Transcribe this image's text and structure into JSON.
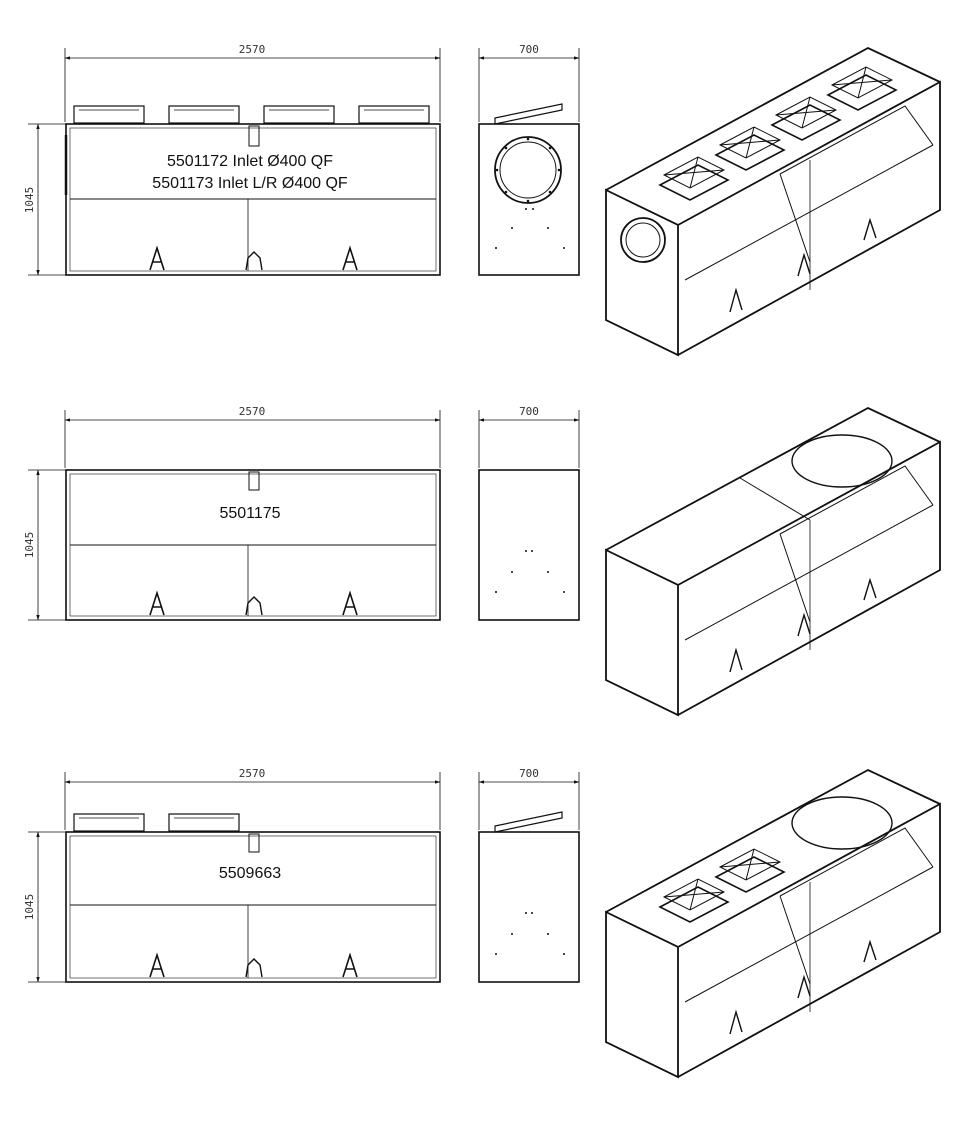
{
  "colors": {
    "line": "#111111",
    "background": "#ffffff"
  },
  "views": [
    {
      "id": "a",
      "width_dim": "2570",
      "depth_dim": "700",
      "height_dim": "1045",
      "label_lines": [
        "5501172 Inlet Ø400 QF",
        "5501173 Inlet L/R Ø400 QF"
      ],
      "top_flanges": 4,
      "side_inlet": true
    },
    {
      "id": "b",
      "width_dim": "2570",
      "depth_dim": "700",
      "height_dim": "1045",
      "label_lines": [
        "5501175"
      ],
      "top_flanges": 0,
      "side_inlet": false
    },
    {
      "id": "c",
      "width_dim": "2570",
      "depth_dim": "700",
      "height_dim": "1045",
      "label_lines": [
        "5509663"
      ],
      "top_flanges": 2,
      "side_inlet": false
    }
  ]
}
